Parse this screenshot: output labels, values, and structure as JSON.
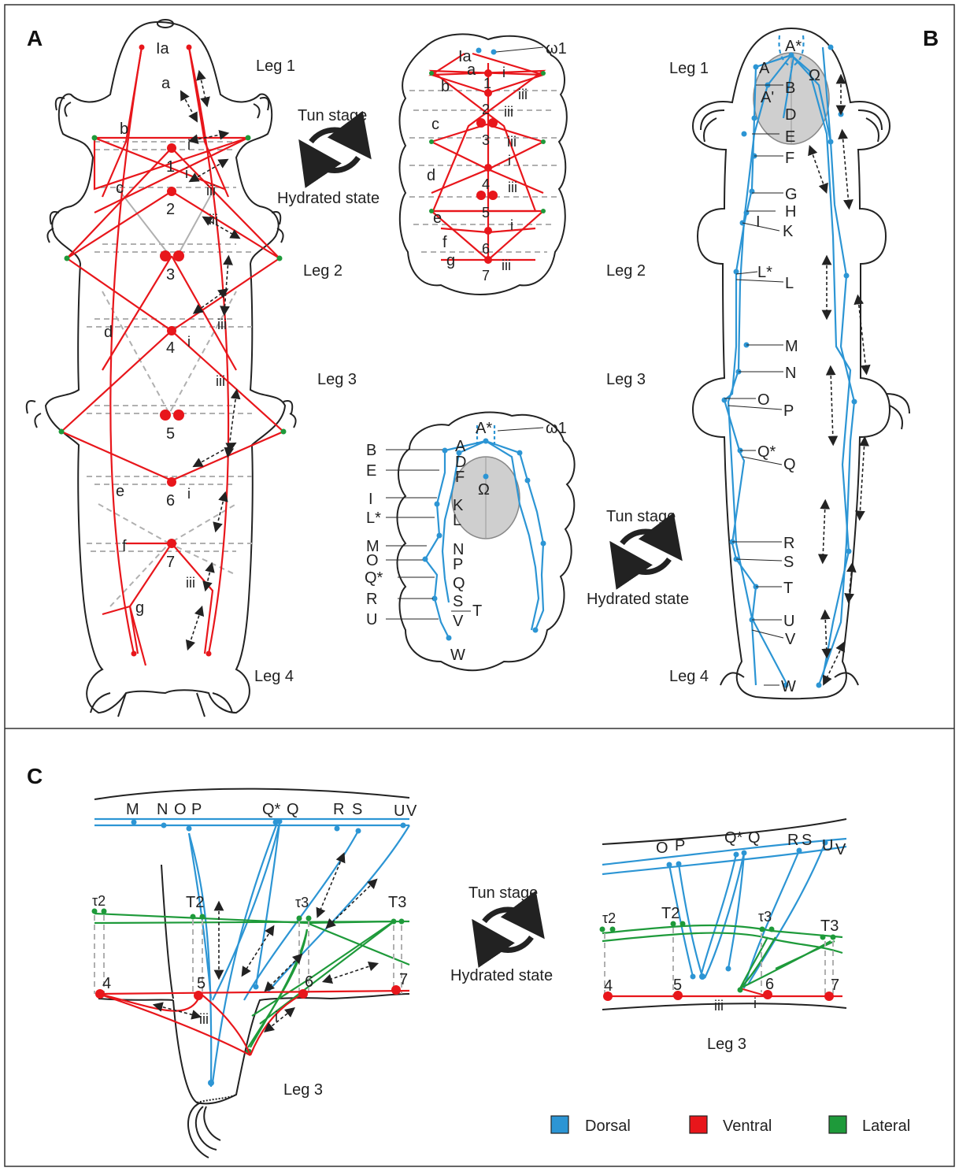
{
  "panels": {
    "a": "A",
    "b": "B",
    "c": "C"
  },
  "legs": {
    "leg1": "Leg 1",
    "leg2": "Leg 2",
    "leg3": "Leg 3",
    "leg4": "Leg 4"
  },
  "transition": {
    "tun": "Tun stage",
    "hydrated": "Hydrated state"
  },
  "omega1": "ω1",
  "omega": "Ω",
  "ventral_muscles": [
    "Ia",
    "a",
    "b",
    "c",
    "d",
    "e",
    "f",
    "g"
  ],
  "ventral_numbers": [
    "1",
    "2",
    "3",
    "4",
    "5",
    "6",
    "7"
  ],
  "roman": {
    "i": "i",
    "iii": "iii"
  },
  "dorsal_labels": [
    "A*",
    "A",
    "A'",
    "B",
    "D",
    "E",
    "F",
    "G",
    "H",
    "I",
    "K",
    "L*",
    "L",
    "M",
    "N",
    "O",
    "P",
    "Q*",
    "Q",
    "R",
    "S",
    "T",
    "U",
    "V",
    "W"
  ],
  "panel_c": {
    "top_labels": [
      "M",
      "N",
      "O",
      "P",
      "Q*",
      "Q",
      "R",
      "S",
      "U",
      "V"
    ],
    "right_top_labels": [
      "O",
      "P",
      "Q*",
      "Q",
      "R",
      "S",
      "U",
      "V"
    ],
    "tau2": "τ2",
    "tau3": "τ3",
    "T2": "T2",
    "T3": "T3",
    "nums": [
      "4",
      "5",
      "6",
      "7"
    ]
  },
  "legend": [
    {
      "label": "Dorsal",
      "color": "#2c95d4"
    },
    {
      "label": "Ventral",
      "color": "#e8161b"
    },
    {
      "label": "Lateral",
      "color": "#1e9a3a"
    }
  ]
}
